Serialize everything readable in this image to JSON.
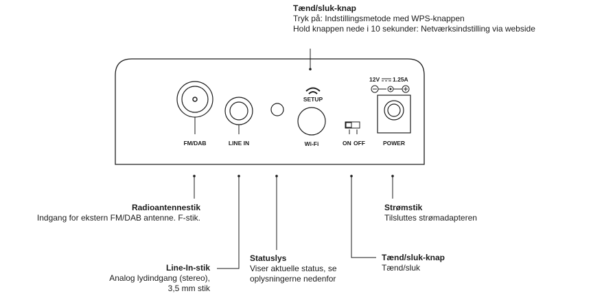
{
  "panel": {
    "fm_dab": "FM/DAB",
    "line_in": "LINE IN",
    "setup": "SETUP",
    "wifi": "Wi-Fi",
    "on": "ON",
    "off": "OFF",
    "power": "POWER",
    "voltage_left": "12V",
    "voltage_right": "1.25A"
  },
  "callouts": {
    "power_button_top": {
      "title": "Tænd/sluk-knap",
      "line1": "Tryk på: Indstillingsmetode med WPS-knappen",
      "line2": "Hold knappen nede i 10 sekunder: Netværksindstilling via webside"
    },
    "radio_antenna": {
      "title": "Radioantennestik",
      "line1": "Indgang for ekstern FM/DAB antenne. F-stik."
    },
    "line_in": {
      "title": "Line-In-stik",
      "line1": "Analog lydindgang (stereo),",
      "line2": "3,5 mm stik"
    },
    "status_light": {
      "title": "Statuslys",
      "line1": "Viser aktuelle status, se",
      "line2": "oplysningerne nedenfor"
    },
    "power_switch": {
      "title": "Tænd/sluk-knap",
      "line1": "Tænd/sluk"
    },
    "power_socket": {
      "title": "Strømstik",
      "line1": "Tilsluttes strømadapteren"
    }
  }
}
